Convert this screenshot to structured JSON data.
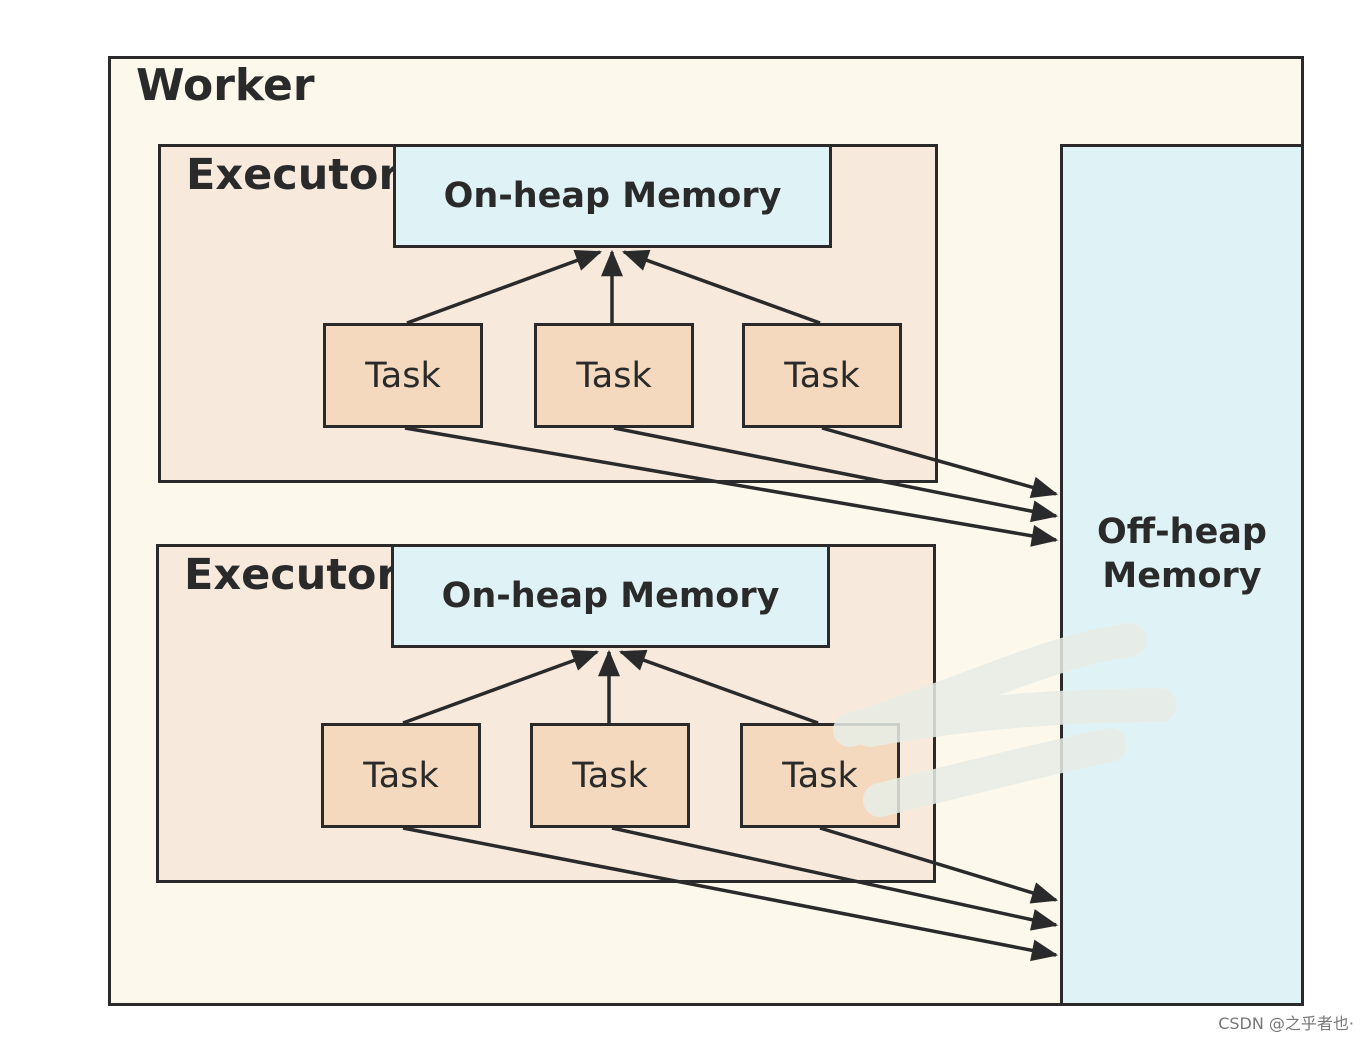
{
  "worker": {
    "label": "Worker"
  },
  "executors": [
    {
      "label": "Executor",
      "on_heap_label": "On-heap Memory",
      "tasks": [
        "Task",
        "Task",
        "Task"
      ]
    },
    {
      "label": "Executor",
      "on_heap_label": "On-heap Memory",
      "tasks": [
        "Task",
        "Task",
        "Task"
      ]
    }
  ],
  "off_heap": {
    "line1": "Off-heap",
    "line2": "Memory"
  },
  "watermark": "CSDN @之乎者也·",
  "colors": {
    "worker_bg": "#fcf8ec",
    "executor_bg": "#f8e9dd",
    "memory_bg": "#dff3f7",
    "task_bg": "#f4d9be",
    "stroke": "#2a2a2a"
  }
}
